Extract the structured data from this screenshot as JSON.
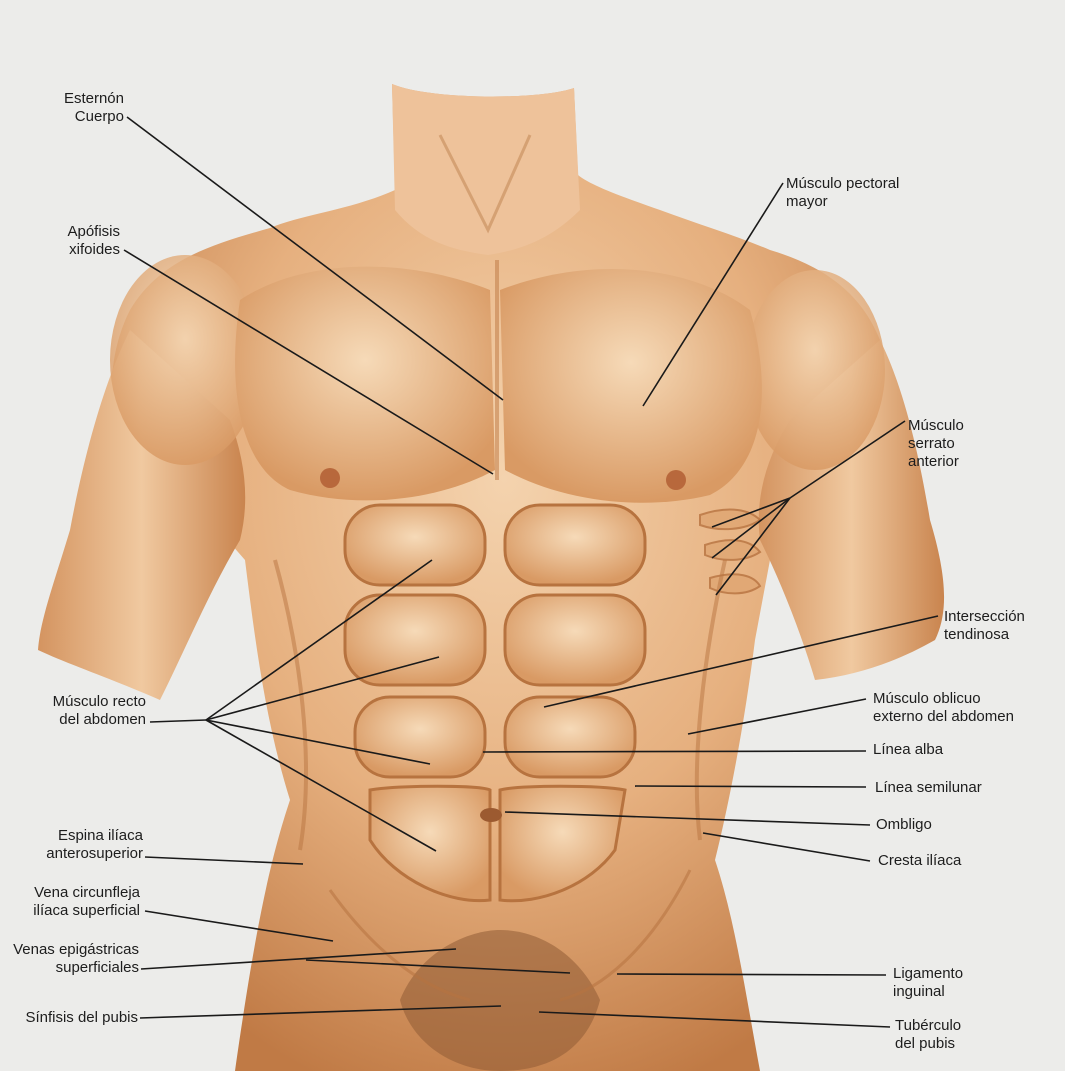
{
  "colors": {
    "background": "#ececea",
    "skin_light": "#f2cfaa",
    "skin_mid": "#e0a877",
    "skin_shadow": "#b9723f",
    "leader_line": "#1a1a1a"
  },
  "labels": {
    "esternon": [
      "Esternón",
      "Cuerpo"
    ],
    "apofisis": [
      "Apófisis",
      "xifoides"
    ],
    "recto": [
      "Músculo recto",
      "del abdomen"
    ],
    "espina": [
      "Espina ilíaca",
      "anterosuperior"
    ],
    "vena_circunfleja": [
      "Vena circunfleja",
      "ilíaca superficial"
    ],
    "venas_epigastricas": [
      "Venas epigástricas",
      "superficiales"
    ],
    "sinfisis": [
      "Sínfisis del pubis"
    ],
    "pectoral": [
      "Músculo pectoral",
      "mayor"
    ],
    "serrato": [
      "Músculo",
      "serrato",
      "anterior"
    ],
    "interseccion": [
      "Intersección",
      "tendinosa"
    ],
    "oblicuo": [
      "Músculo oblicuo",
      "externo del abdomen"
    ],
    "linea_alba": [
      "Línea alba"
    ],
    "linea_semilunar": [
      "Línea semilunar"
    ],
    "ombligo": [
      "Ombligo"
    ],
    "cresta": [
      "Cresta ilíaca"
    ],
    "ligamento": [
      "Ligamento",
      "inguinal"
    ],
    "tuberculo": [
      "Tubérculo",
      "del pubis"
    ]
  }
}
